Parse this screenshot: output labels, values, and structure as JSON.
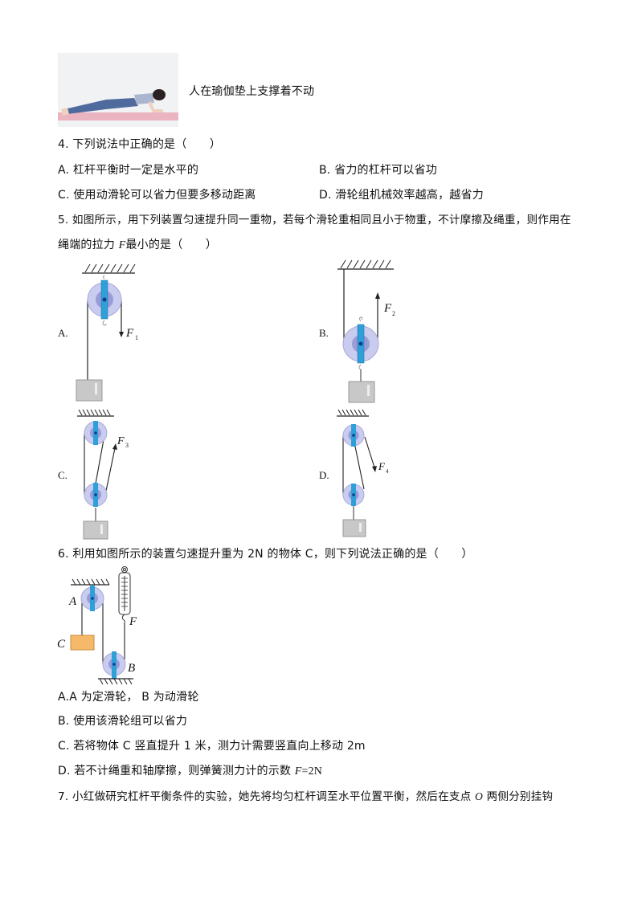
{
  "intro_figure": {
    "caption": "人在瑜伽垫上支撑着不动",
    "image_alt": "woman holding plank on pink yoga mat"
  },
  "questions": [
    {
      "number": "4.",
      "stem": "下列说法中正确的是（　　）",
      "options": [
        {
          "label": "A.",
          "text": "杠杆平衡时一定是水平的"
        },
        {
          "label": "B.",
          "text": "省力的杠杆可以省功"
        },
        {
          "label": "C.",
          "text": "使用动滑轮可以省力但要多移动距离"
        },
        {
          "label": "D.",
          "text": "滑轮组机械效率越高，越省力"
        }
      ]
    },
    {
      "number": "5.",
      "stem_line1": "如图所示，用下列装置匀速提升同一重物，若每个滑轮重相同且小于物重，不计摩擦及绳重，则作用在",
      "stem_line2_pre": "绳端的拉力 ",
      "stem_line2_var": "F",
      "stem_line2_post": "最小的是（　　）",
      "figures": [
        {
          "label": "A.",
          "force": "F",
          "sub": "1"
        },
        {
          "label": "B.",
          "force": "F",
          "sub": "2"
        },
        {
          "label": "C.",
          "force": "F",
          "sub": "3"
        },
        {
          "label": "D.",
          "force": "F",
          "sub": "4"
        }
      ]
    },
    {
      "number": "6.",
      "stem": "利用如图所示的装置匀速提升重为 2N 的物体 C，则下列说法正确的是（　　）",
      "figure": {
        "pulley_a": "A",
        "pulley_b": "B",
        "object": "C",
        "force": "F"
      },
      "options": [
        {
          "label": "A.",
          "text": "A 为定滑轮， B 为动滑轮"
        },
        {
          "label": "B.",
          "text": "使用该滑轮组可以省力"
        },
        {
          "label": "C.",
          "text": "若将物体 C 竖直提升 1 米，测力计需要竖直向上移动 2m"
        },
        {
          "label": "D.",
          "text_pre": "若不计绳重和轴摩擦，则弹簧测力计的示数 ",
          "var": "F",
          "text_post": "=2N"
        }
      ]
    },
    {
      "number": "7.",
      "stem_pre": "小红做研究杠杆平衡条件的实验，她先将均匀杠杆调至水平位置平衡，然后在支点 ",
      "stem_var": "O",
      "stem_post": " 两侧分别挂钩"
    }
  ],
  "colors": {
    "pulley_outer": "#c9cbef",
    "pulley_inner": "#9a9cd8",
    "pulley_bar": "#2f9fd8",
    "block": "#c8c8c8",
    "object_c": "#f5b96a"
  }
}
